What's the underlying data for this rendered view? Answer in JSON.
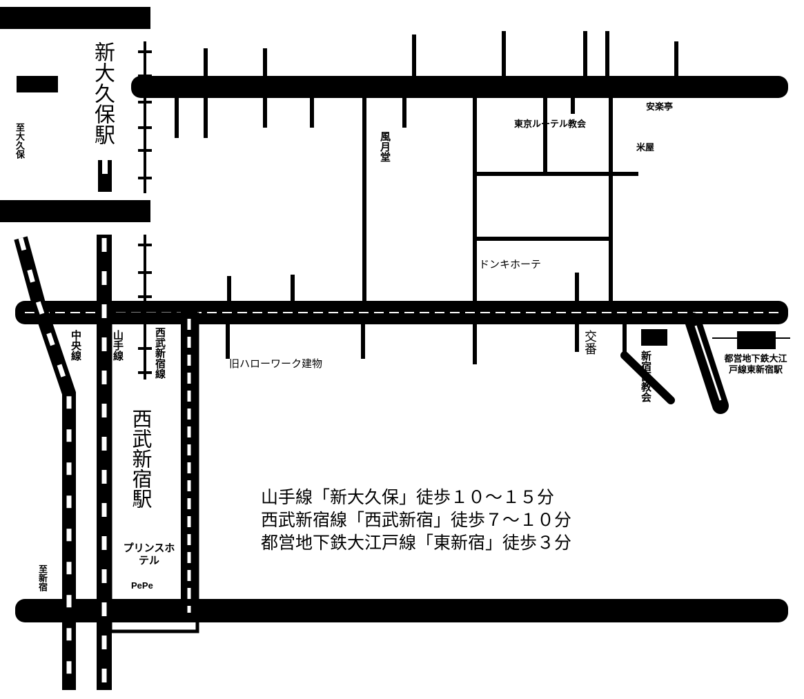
{
  "map": {
    "colors": {
      "road": "#000000",
      "background": "#ffffff",
      "station_dash": "#ffffff"
    },
    "stations": {
      "shin_okubo": "新大久保駅",
      "seibu_shinjuku": "西武新宿駅",
      "higashi_shinjuku_exit": "都営地下鉄大江戸線東新宿駅"
    },
    "rail_lines": {
      "chuo": "中央線",
      "yamanote": "山手線",
      "seibu_shinjuku_line": "西武新宿線"
    },
    "edge_labels": {
      "left_top": "至大久保",
      "left_bottom": "至新宿"
    },
    "landmarks": {
      "fugetsudo": "風月堂",
      "tokyo_lutheran_church": "東京ルーテル教会",
      "anrakutei": "安楽亭",
      "yonekyu": "米屋",
      "don_quijote": "ドンキホーテ",
      "kouban": "交番",
      "old_hellowork": "旧ハローワーク建物",
      "shinjuku_nishi_church": "新宿西教会",
      "prince_hotel": "プリンスホテル",
      "pepe": "PePe"
    },
    "directions": [
      "山手線「新大久保」徒歩１０〜１５分",
      "西武新宿線「西武新宿」徒歩７〜１０分",
      "都営地下鉄大江戸線「東新宿」徒歩３分"
    ]
  }
}
